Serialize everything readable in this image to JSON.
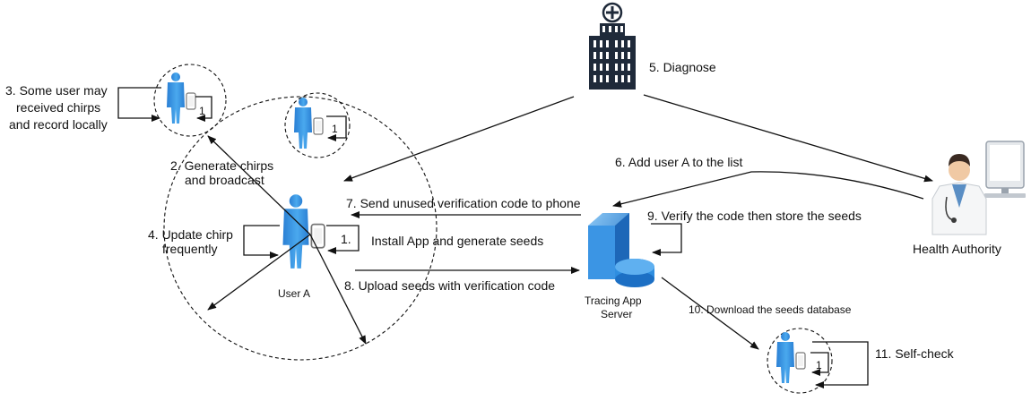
{
  "labels": {
    "step1": "1.",
    "step1_text": "Install App and generate seeds",
    "step2_line1": "2. Generate chirps",
    "step2_line2": "and broadcast",
    "step3_line1": "3. Some user may",
    "step3_line2": "received chirps",
    "step3_line3": "and record locally",
    "step4_line1": "4. Update chirp",
    "step4_line2": "frequently",
    "step5": "5. Diagnose",
    "step6": "6. Add user A to the list",
    "step7": "7. Send unused verification code to phone",
    "step8": "8. Upload seeds with verification code",
    "step9": "9.  Verify the code then store the seeds",
    "step10": "10. Download the seeds database",
    "step11": "11. Self-check",
    "user_a": "User A",
    "server_line1": "Tracing App",
    "server_line2": "Server",
    "health_authority": "Health Authority",
    "badge_1": "1"
  },
  "icons": {
    "user": "person-with-phone-icon",
    "hospital": "hospital-building-icon",
    "server": "server-icon",
    "doctor": "doctor-at-computer-icon"
  },
  "colors": {
    "user_blue": "#3b9be6",
    "server_blue": "#2f8ee0",
    "line": "#111111"
  }
}
